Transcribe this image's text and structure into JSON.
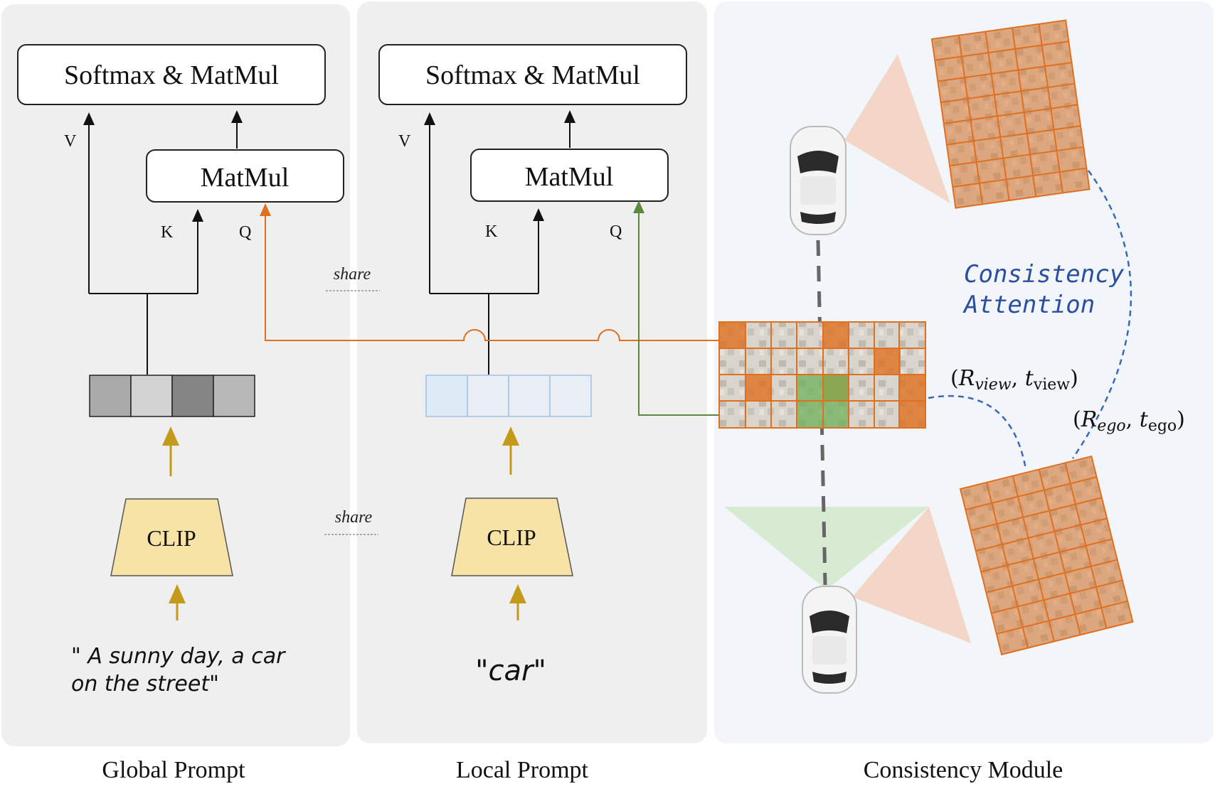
{
  "panels": {
    "global": {
      "caption": "Global Prompt",
      "top_box": "Softmax & MatMul",
      "matmul_box": "MatMul",
      "v_label": "V",
      "k_label": "K",
      "q_label": "Q",
      "encoder": "CLIP",
      "prompt_line1": "\" A sunny day, a car",
      "prompt_line2": "on the street\""
    },
    "local": {
      "caption": "Local Prompt",
      "top_box": "Softmax & MatMul",
      "matmul_box": "MatMul",
      "v_label": "V",
      "k_label": "K",
      "q_label": "Q",
      "encoder": "CLIP",
      "prompt": "\"car\""
    },
    "consistency": {
      "caption": "Consistency Module",
      "attention_line1": "Consistency",
      "attention_line2": "Attention",
      "view_R": "R",
      "view_R_sub": "view",
      "view_t": "t",
      "view_t_sub": "view",
      "ego_R": "R",
      "ego_R_sub": "ego",
      "ego_t": "t",
      "ego_t_sub": "ego"
    }
  },
  "share_labels": [
    "share",
    "share"
  ],
  "colors": {
    "panel_bg_gray": "#efefef",
    "panel_bg_blue": "#f2f6fb",
    "orange": "#e07020",
    "green": "#5a8a3a",
    "gold_arrow": "#c49a1a",
    "clip_fill": "#f7e3a5",
    "blue_dash": "#3a6ab5",
    "text_blue": "#2b4f9e"
  }
}
